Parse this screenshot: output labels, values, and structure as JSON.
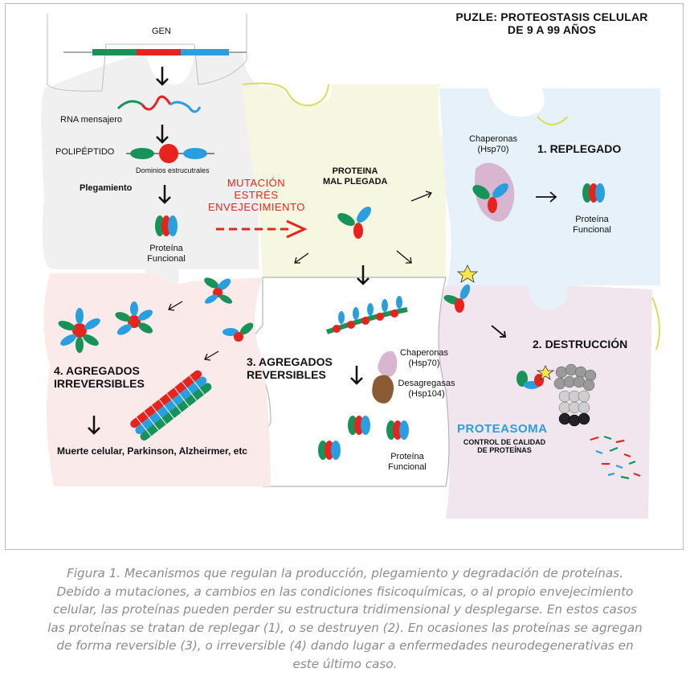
{
  "title_lines": [
    "PUZLE: PROTEOSTASIS CELULAR",
    "DE 9 A 99 AÑOS"
  ],
  "labels": {
    "gen": "GEN",
    "rna": "RNA mensajero",
    "polipeptido": "POLIPÉPTIDO",
    "dominios": "Dominios estrucutrales",
    "plegamiento": "Plegamiento",
    "proteina_funcional_1": [
      "Proteína",
      "Funcional"
    ],
    "mutacion": [
      "MUTACIÓN",
      "ESTRÉS",
      "ENVEJECIMIENTO"
    ],
    "mal_plegada": [
      "PROTEINA",
      "MAL PLEGADA"
    ],
    "chaperonas_1": [
      "Chaperonas",
      "(Hsp70)"
    ],
    "replegado": "1. REPLEGADO",
    "proteina_funcional_2": [
      "Proteína",
      "Funcional"
    ],
    "destruccion": "2. DESTRUCCIÓN",
    "proteasoma": "PROTEASOMA",
    "control": [
      "CONTROL DE CALIDAD",
      "DE PROTEÍNAS"
    ],
    "agregados_reversibles": [
      "3. AGREGADOS",
      "REVERSIBLES"
    ],
    "chaperonas_2": [
      "Chaperonas",
      "(Hsp70)"
    ],
    "desagregasas": [
      "Desagregasas",
      "(Hsp104)"
    ],
    "proteina_funcional_3": [
      "Proteína",
      "Funcional"
    ],
    "agregados_irreversibles": [
      "4. AGREGADOS",
      "IRREVERSIBLES"
    ],
    "muerte": "Muerte celular, Parkinson, Alzheirmer, etc"
  },
  "colors": {
    "green": "#17935a",
    "red": "#e8231d",
    "blue": "#2a9fe0",
    "puzzle_gray": "#f0f0f0",
    "puzzle_yellow": "#f6f7e1",
    "puzzle_blue": "#e6f1fa",
    "puzzle_purple": "#f1e6ee",
    "puzzle_pink": "#fbeaea",
    "chaperone_pink": "#d8b6d0",
    "desagregasa_brown": "#8a5a33",
    "caption_gray": "#8c8c8c"
  },
  "caption_lines": [
    "Figura 1. Mecanismos que regulan la producción, plegamiento y degradación de proteínas.",
    "Debido a mutaciones, a cambios en las condiciones fisicoquímicas, o al propio envejecimiento",
    "celular, las proteínas pueden perder su estructura tridimensional y desplegarse. En estos casos",
    "las proteínas se tratan de replegar (1), o se destruyen (2). En ocasiones las proteínas se agregan",
    "de forma reversible (3), o irreversible (4) dando lugar a enfermedades neurodegenerativas en",
    "este último caso."
  ]
}
